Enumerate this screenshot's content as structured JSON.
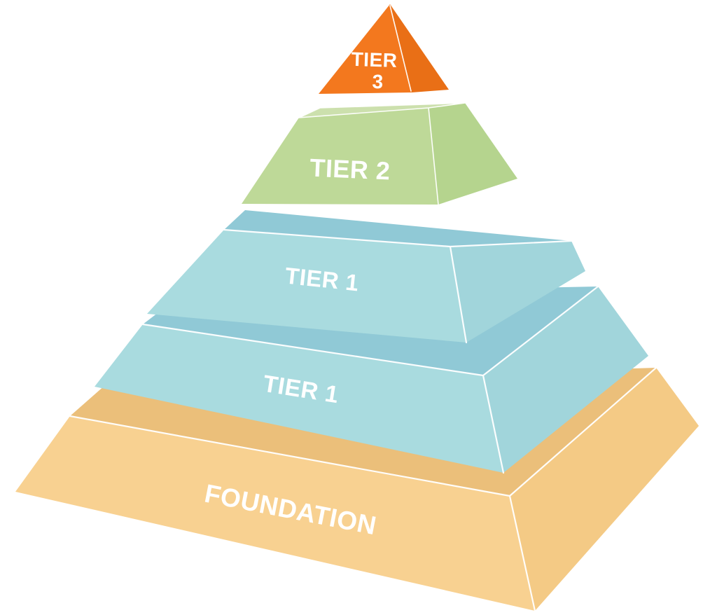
{
  "diagram": {
    "type": "pyramid",
    "background_color": "#FFFFFF",
    "label_color": "#FFFFFF",
    "edge_highlight_color": "#FFFFFF",
    "tiers": [
      {
        "id": "tier-3",
        "label": "TIER 3",
        "label_lines": [
          "TIER",
          "3"
        ],
        "colors": {
          "front": "#F3781E",
          "right": "#E96F16"
        }
      },
      {
        "id": "tier-2",
        "label": "TIER 2",
        "colors": {
          "top": "#CCE0AD",
          "front": "#BED998",
          "right": "#B5D48E"
        }
      },
      {
        "id": "tier-1-upper",
        "label": "TIER 1",
        "colors": {
          "top": "#90C9D6",
          "front": "#A9DBDF",
          "right": "#A1D5DB"
        }
      },
      {
        "id": "tier-1-lower",
        "label": "TIER 1",
        "colors": {
          "top": "#90C9D6",
          "front": "#A9DBDF",
          "right": "#A1D5DB"
        }
      },
      {
        "id": "foundation",
        "label": "FOUNDATION",
        "colors": {
          "top": "#EBBF7A",
          "front": "#F8D191",
          "right": "#F4CA85"
        }
      }
    ]
  }
}
